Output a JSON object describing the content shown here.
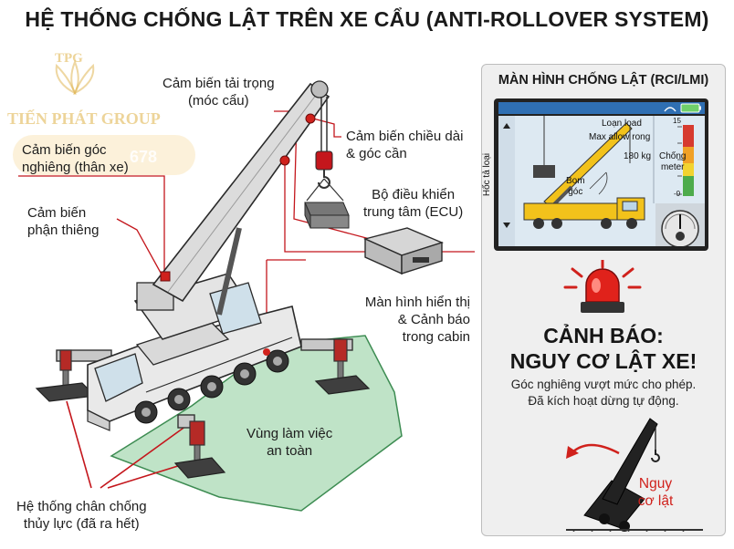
{
  "title": "HỆ THỐNG CHỐNG LẬT TRÊN XE CẨU (ANTI-ROLLOVER SYSTEM)",
  "watermark": {
    "logo_text": "TPG",
    "company": "TIẾN PHÁT GROUP",
    "phone_fragment": "678"
  },
  "labels": {
    "load_sensor": [
      "Cảm biến tải trọng",
      "(móc cẩu)"
    ],
    "length_angle_sensor": [
      "Cảm biến chiều dài",
      "& góc cần"
    ],
    "tilt_sensor": [
      "Cảm biến góc",
      "nghiêng (thân xe)"
    ],
    "level_sensor": [
      "Cảm biến",
      "phận thiêng"
    ],
    "ecu": [
      "Bộ điều khiển",
      "trung tâm (ECU)"
    ],
    "cabin_display": [
      "Màn hình hiển thị",
      "& Cảnh báo",
      "trong cabin"
    ],
    "safe_zone": [
      "Vùng làm việc",
      "an toàn"
    ],
    "outriggers": [
      "Hệ thống chân chống",
      "thủy lực (đã ra hết)"
    ]
  },
  "panel": {
    "title": "MÀN HÌNH CHỐNG LẬT (RCI/LMI)",
    "screen": {
      "load_label": "Loạn load",
      "max_label": "Max allow rong",
      "weight": "180 kg",
      "angle_label": [
        "Bom",
        "góc"
      ],
      "side_label": "Hốc tả loại",
      "meter_label": [
        "Chống",
        "meter"
      ],
      "meter_top": "15",
      "meter_bottom": "-0"
    },
    "warning_title": [
      "CẢNH BÁO:",
      "NGUY CƠ LẬT XE!"
    ],
    "warning_text": [
      "Góc nghiêng vượt mức cho phép.",
      "Đã kích hoạt dừng tự động."
    ],
    "danger_label": [
      "Nguy",
      "cơ lật"
    ]
  },
  "colors": {
    "crane_yellow": "#f2c21b",
    "warning_red": "#d0211c",
    "safe_zone_green": "#7fbf8e"
  }
}
